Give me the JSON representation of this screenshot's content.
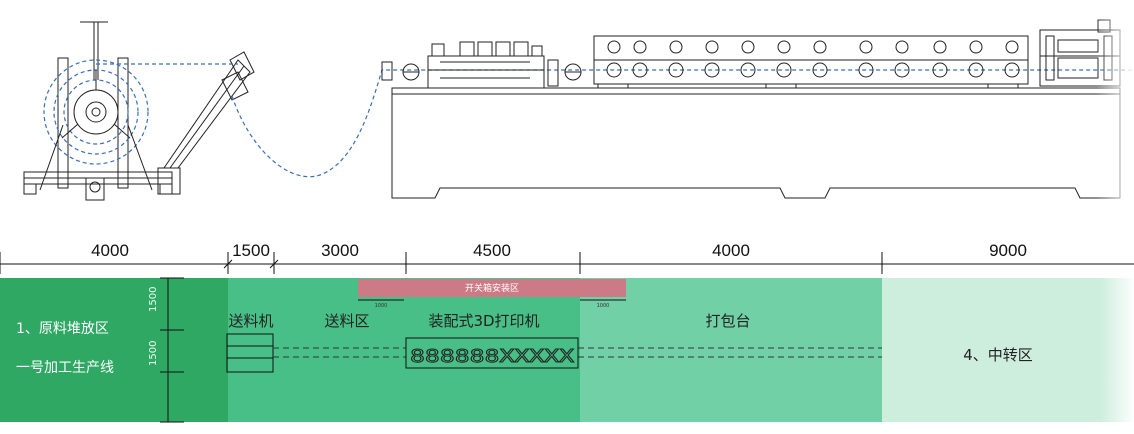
{
  "dimensions": [
    "4000",
    "1500",
    "3000",
    "4500",
    "4000",
    "9000"
  ],
  "switch_zone": {
    "label": "开关箱安装区",
    "left_tick": "1000",
    "right_tick": "1000"
  },
  "zones": {
    "raw_material": {
      "line1": "1、原料堆放区",
      "line2": "一号加工生产线"
    },
    "side_dims": {
      "upper": "1500",
      "lower": "1500"
    },
    "feeder": "送料机",
    "feed_area": "送料区",
    "printer": "装配式3D打印机",
    "printer_display": "888888XXXXX",
    "packing": "打包台",
    "transfer": "4、中转区"
  },
  "colors": {
    "zone_dark": "#2ea863",
    "zone_mid": "#47bf87",
    "zone_light": "#72d0a6",
    "zone_pale": "#cdeedd",
    "switch_bar": "#cc7a86",
    "flow_line": "#3a6fb6"
  }
}
